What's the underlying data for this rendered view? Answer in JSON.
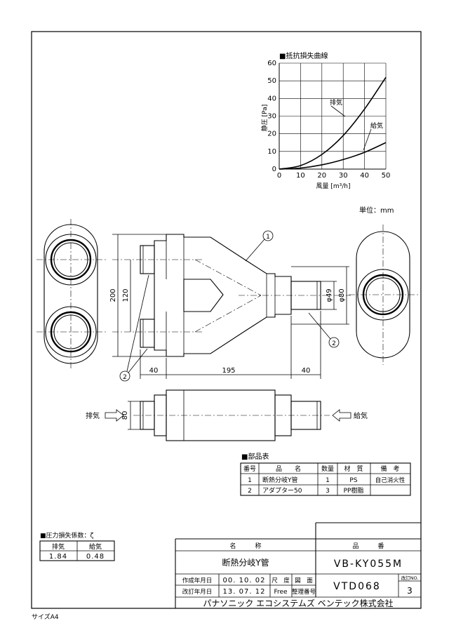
{
  "chart_data": {
    "type": "line",
    "title": "■抵抗損失曲線",
    "xlabel": "風量 [m³/h]",
    "ylabel": "静圧 [Pa]",
    "xlim": [
      0,
      50
    ],
    "ylim": [
      0,
      60
    ],
    "x_ticks": [
      "0",
      "10",
      "20",
      "30",
      "40",
      "50"
    ],
    "y_ticks": [
      "0",
      "10",
      "20",
      "30",
      "40",
      "50",
      "60"
    ],
    "grid": true,
    "series": [
      {
        "name": "排気",
        "x": [
          0,
          10,
          20,
          30,
          40,
          50
        ],
        "y": [
          0,
          2,
          8.3,
          19,
          34,
          52
        ]
      },
      {
        "name": "給気",
        "x": [
          0,
          10,
          20,
          30,
          40,
          50
        ],
        "y": [
          0,
          0.6,
          2.4,
          5.4,
          9.5,
          15
        ]
      }
    ]
  },
  "drawing": {
    "unit_label": "単位：mm",
    "dims": {
      "d200": "200",
      "d120": "120",
      "d80_side": "80",
      "d40_left": "40",
      "d195": "195",
      "d40_right": "40",
      "phi49": "φ49",
      "phi80": "φ80"
    },
    "balloons": {
      "b1": "1",
      "b2a": "2",
      "b2b": "2"
    },
    "exhaust_label": "排気",
    "supply_label": "給気"
  },
  "parts_table": {
    "title": "■部品表",
    "headers": [
      "番号",
      "品　　名",
      "数量",
      "材　質",
      "備　考"
    ],
    "rows": [
      [
        "1",
        "断熱分岐Y管",
        "1",
        "PS",
        "自己消火性"
      ],
      [
        "2",
        "アダプター50",
        "3",
        "PP樹脂",
        ""
      ]
    ]
  },
  "pressure_table": {
    "title": "■圧力損失係数：ζ",
    "headers": [
      "排気",
      "給気"
    ],
    "values": [
      "1.84",
      "0.48"
    ]
  },
  "title_block": {
    "name_header": "名　　　称",
    "number_header": "品　　　番",
    "name": "断熱分岐Y管",
    "number": "VB-KY055M",
    "created_label": "作成年月日",
    "created": "00. 10. 02",
    "revised_label": "改訂年月日",
    "revised": "13. 07. 12",
    "scale_label": "尺　度",
    "scale": "Free",
    "drawing_label": "図　面",
    "mgmt_label": "整理番号",
    "drawing_no": "VTD068",
    "rev_label": "改訂NO.",
    "rev_no": "3",
    "company": "パナソニック エコシステムズ ベンテック株式会社"
  },
  "size_label": "サイズA4"
}
